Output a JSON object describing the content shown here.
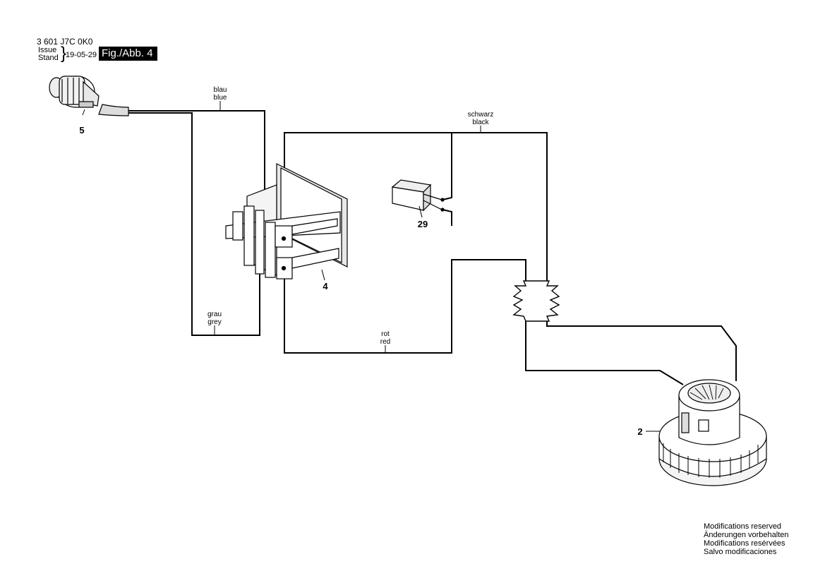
{
  "header": {
    "part_number": "3 601 J7C 0K0",
    "issue_label": "Issue",
    "stand_label": "Stand",
    "date": "19-05-29",
    "figure": "Fig./Abb. 4"
  },
  "wires": {
    "blue": [
      "blau",
      "blue"
    ],
    "grey": [
      "grau",
      "grey"
    ],
    "black": [
      "schwarz",
      "black"
    ],
    "red": [
      "rot",
      "red"
    ]
  },
  "components": {
    "plug": "5",
    "switch": "4",
    "capacitor": "29",
    "motor": "2"
  },
  "footer": [
    "Modifications reserved",
    "Änderungen vorbehalten",
    "Modifications resérvées",
    "Salvo modificaciones"
  ]
}
